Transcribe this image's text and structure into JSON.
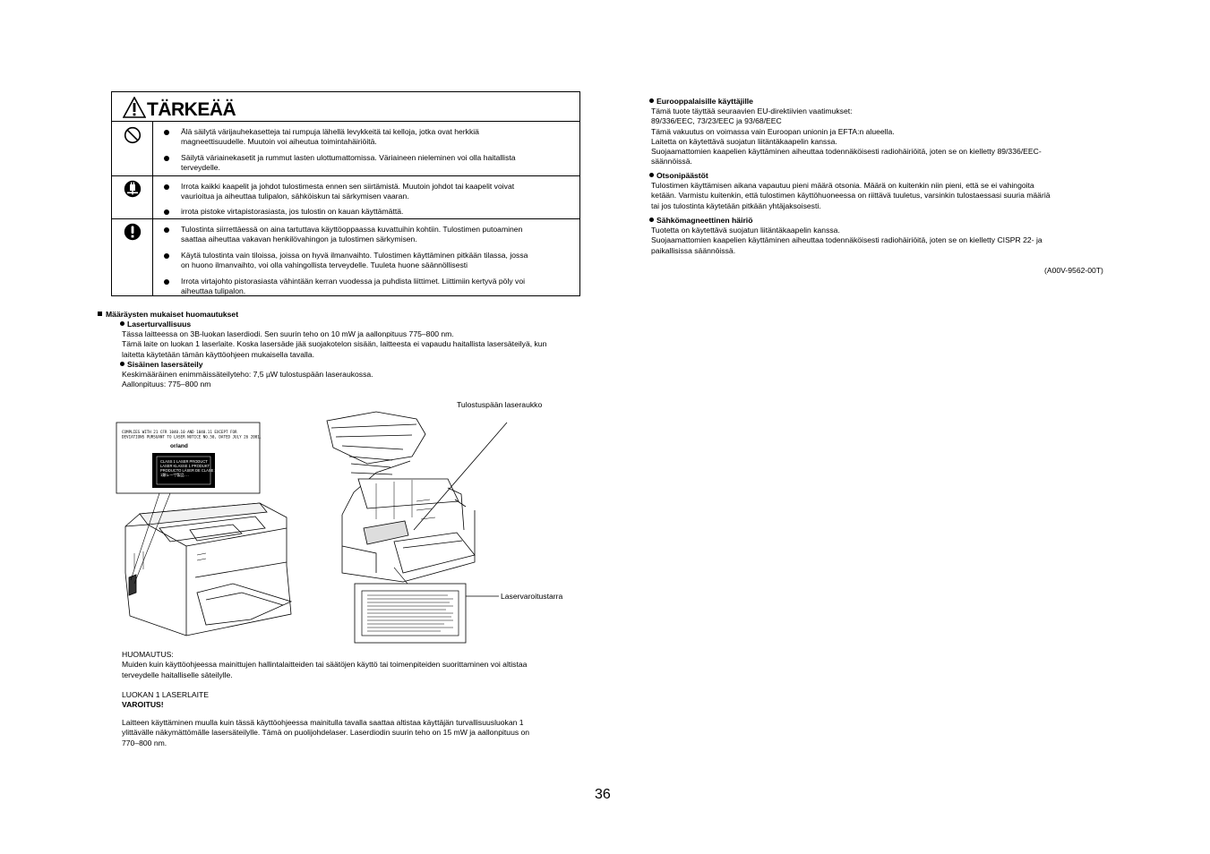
{
  "warning": {
    "title": "TÄRKEÄÄ",
    "rows": [
      {
        "icon": "no-symbol-icon",
        "items": [
          {
            "lines": [
              "Älä säilytä värijauhekasetteja tai rumpuja lähellä levykkeitä tai kelloja, jotka ovat herkkiä",
              "magneettisuudelle. Muutoin voi aiheutua toimintahäiriöitä."
            ]
          },
          {
            "lines": [
              "Säilytä väriainekasetit ja rummut lasten ulottumattomissa. Väriaineen nieleminen voi olla haitallista",
              "terveydelle."
            ]
          }
        ]
      },
      {
        "icon": "unplug-icon",
        "items": [
          {
            "lines": [
              "Irrota kaikki kaapelit ja johdot tulostimesta ennen sen siirtämistä. Muutoin johdot tai kaapelit voivat",
              "vaurioitua ja aiheuttaa tulipalon, sähköiskun tai särkymisen vaaran."
            ]
          },
          {
            "lines": [
              "irrota pistoke virtapistorasiasta, jos tulostin on kauan käyttämättä."
            ]
          }
        ]
      },
      {
        "icon": "exclamation-icon",
        "items": [
          {
            "lines": [
              "Tulostinta siirrettäessä on aina tartuttava käyttöoppaassa kuvattuihin kohtiin. Tulostimen putoaminen",
              "saattaa aiheuttaa vakavan henkilövahingon ja tulostimen särkymisen."
            ]
          },
          {
            "lines": [
              "Käytä tulostinta vain tiloissa, joissa on hyvä ilmanvaihto. Tulostimen käyttäminen pitkään tilassa, jossa",
              "on huono ilmanvaihto, voi olla vahingollista terveydelle. Tuuleta huone säännöllisesti"
            ]
          },
          {
            "lines": [
              "Irrota virtajohto pistorasiasta vähintään kerran vuodessa ja puhdista liittimet. Liittimiin kertyvä pöly voi",
              "aiheuttaa tulipalon."
            ]
          }
        ]
      }
    ]
  },
  "regulations": {
    "heading": "Määräysten mukaiset huomautukset",
    "laser_safety": {
      "heading": "Laserturvallisuus",
      "lines": [
        "Tässa laitteessa on 3B-luokan laserdiodi. Sen suurin teho on 10 mW ja aallonpituus 775–800 nm.",
        "Tämä laite on luokan 1 laserlaite. Koska lasersäde jää suojakotelon sisään, laitteesta ei vapaudu haitallista lasersäteilyä, kun",
        "laitetta käytetään tämän käyttöohjeen mukaisella tavalla."
      ]
    },
    "internal_radiation": {
      "heading": "Sisäinen lasersäteily",
      "lines": [
        "Keskimääräinen enimmäissäteilyteho: 7,5 µW tulostuspään laseraukossa.",
        "Aallonpituus: 775–800 nm"
      ]
    }
  },
  "illustration": {
    "callout_aperture": "Tulostuspään laseraukko",
    "callout_label": "Laservaroitustarra",
    "label_text": {
      "comply_lines": [
        "COMPLIES WITH 21 CFR 1040.10 AND 1040.11 EXCEPT FOR",
        "DEVIATIONS PURSUANT TO LASER NOTICE NO.50, DATED JULY 26 2001."
      ],
      "or_and": "or/and",
      "class_lines": [
        "CLASS 1 LASER PRODUCT",
        "LASER KLASSE 1 PRODUKT",
        "PRODUCTO LÁSER DE CLASE 1",
        "1類レーザ製品 …"
      ]
    }
  },
  "note": {
    "heading": "HUOMAUTUS:",
    "lines": [
      "Muiden kuin käyttöohjeessa mainittujen hallintalaitteiden tai säätöjen käyttö tai toimenpiteiden suorittaminen voi altistaa",
      "terveydelle haitalliselle säteilylle."
    ]
  },
  "class1": {
    "heading": "LUOKAN 1 LASERLAITE",
    "warning_label": "VAROITUS!",
    "lines": [
      "Laitteen käyttäminen muulla kuin tässä käyttöohjeessa mainitulla tavalla saattaa altistaa käyttäjän turvallisuusluokan 1",
      "ylittävälle näkymättömälle lasersäteilylle. Tämä on puolijohdelaser.  Laserdiodin suurin teho on 15 mW ja aallonpituus on",
      "770–800 nm."
    ]
  },
  "right": {
    "eu": {
      "heading": "Eurooppalaisille käyttäjille",
      "lines": [
        "Tämä tuote täyttää seuraavien EU-direktiivien vaatimukset:",
        "89/336/EEC, 73/23/EEC ja 93/68/EEC",
        "Tämä vakuutus on voimassa vain Euroopan unionin ja EFTA:n alueella.",
        "Laitetta on käytettävä suojatun liitäntäkaapelin kanssa.",
        "Suojaamattomien kaapelien käyttäminen aiheuttaa todennäköisesti radiohäiriöitä, joten se on kielletty 89/336/EEC-",
        "säännöissä."
      ]
    },
    "ozone": {
      "heading": "Otsonipäästöt",
      "lines": [
        "Tulostimen käyttämisen aikana vapautuu pieni määrä otsonia. Määrä on kuitenkin niin pieni, että se ei vahingoita",
        "ketään. Varmistu kuitenkin, että tulostimen käyttöhuoneessa on riittävä tuuletus, varsinkin tulostaessasi suuria määriä",
        "tai jos tulostinta käytetään pitkään yhtäjaksoisesti."
      ]
    },
    "emc": {
      "heading": "Sähkömagneettinen häiriö",
      "lines": [
        "Tuotetta on käytettävä suojatun liitäntäkaapelin kanssa.",
        "Suojaamattomien kaapelien käyttäminen aiheuttaa todennäköisesti radiohäiriöitä, joten se on kielletty CISPR 22- ja",
        "paikallisissa säännöissä."
      ]
    },
    "code": "(A00V-9562-00T)"
  },
  "page_number": "36"
}
